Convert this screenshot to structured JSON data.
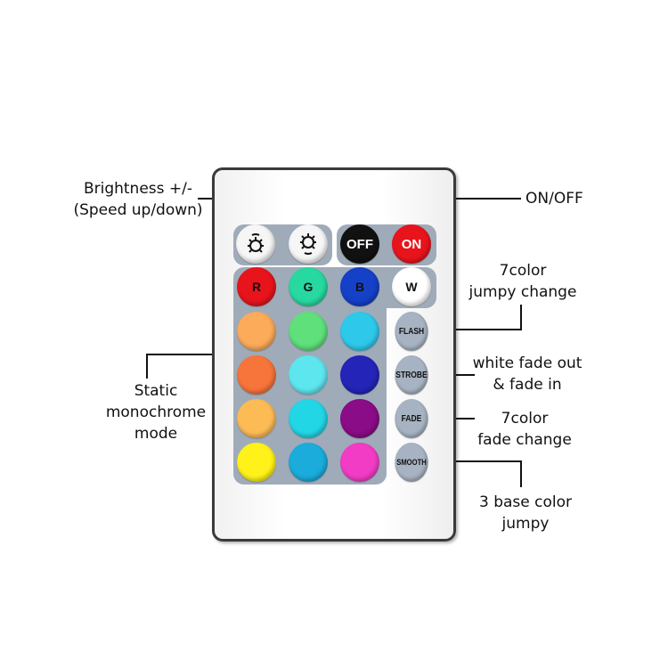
{
  "labels": {
    "brightness_line1": "Brightness +/-",
    "brightness_line2": "(Speed up/down)",
    "on_off": "ON/OFF",
    "jumpy_line1": "7color",
    "jumpy_line2": "jumpy change",
    "strobe_line1": "white fade out",
    "strobe_line2": "& fade in",
    "fade_line1": "7color",
    "fade_line2": "fade change",
    "smooth_line1": "3 base color",
    "smooth_line2": "jumpy",
    "static_line1": "Static",
    "static_line2": "monochrome",
    "static_line3": "mode"
  },
  "buttons": {
    "brightness_up_icon": "sun-up-icon",
    "brightness_down_icon": "sun-down-icon",
    "off": "OFF",
    "on": "ON",
    "r": "R",
    "g": "G",
    "b": "B",
    "w": "W",
    "flash": "FLASH",
    "strobe": "STROBE",
    "fade": "FADE",
    "smooth": "SMOOTH"
  },
  "colors": {
    "red": "#e8141c",
    "green": "#27d9a0",
    "blue": "#1540c8",
    "white": "#ffffff",
    "grid": [
      "#fbab5a",
      "#5fe07a",
      "#2ec9ea",
      "#f7743b",
      "#5ee6ee",
      "#2424b8",
      "#fdbb55",
      "#22d6e6",
      "#8a0c86",
      "#fff21a",
      "#1bacdc",
      "#f23cc6"
    ],
    "panel": "#9fabb9"
  }
}
